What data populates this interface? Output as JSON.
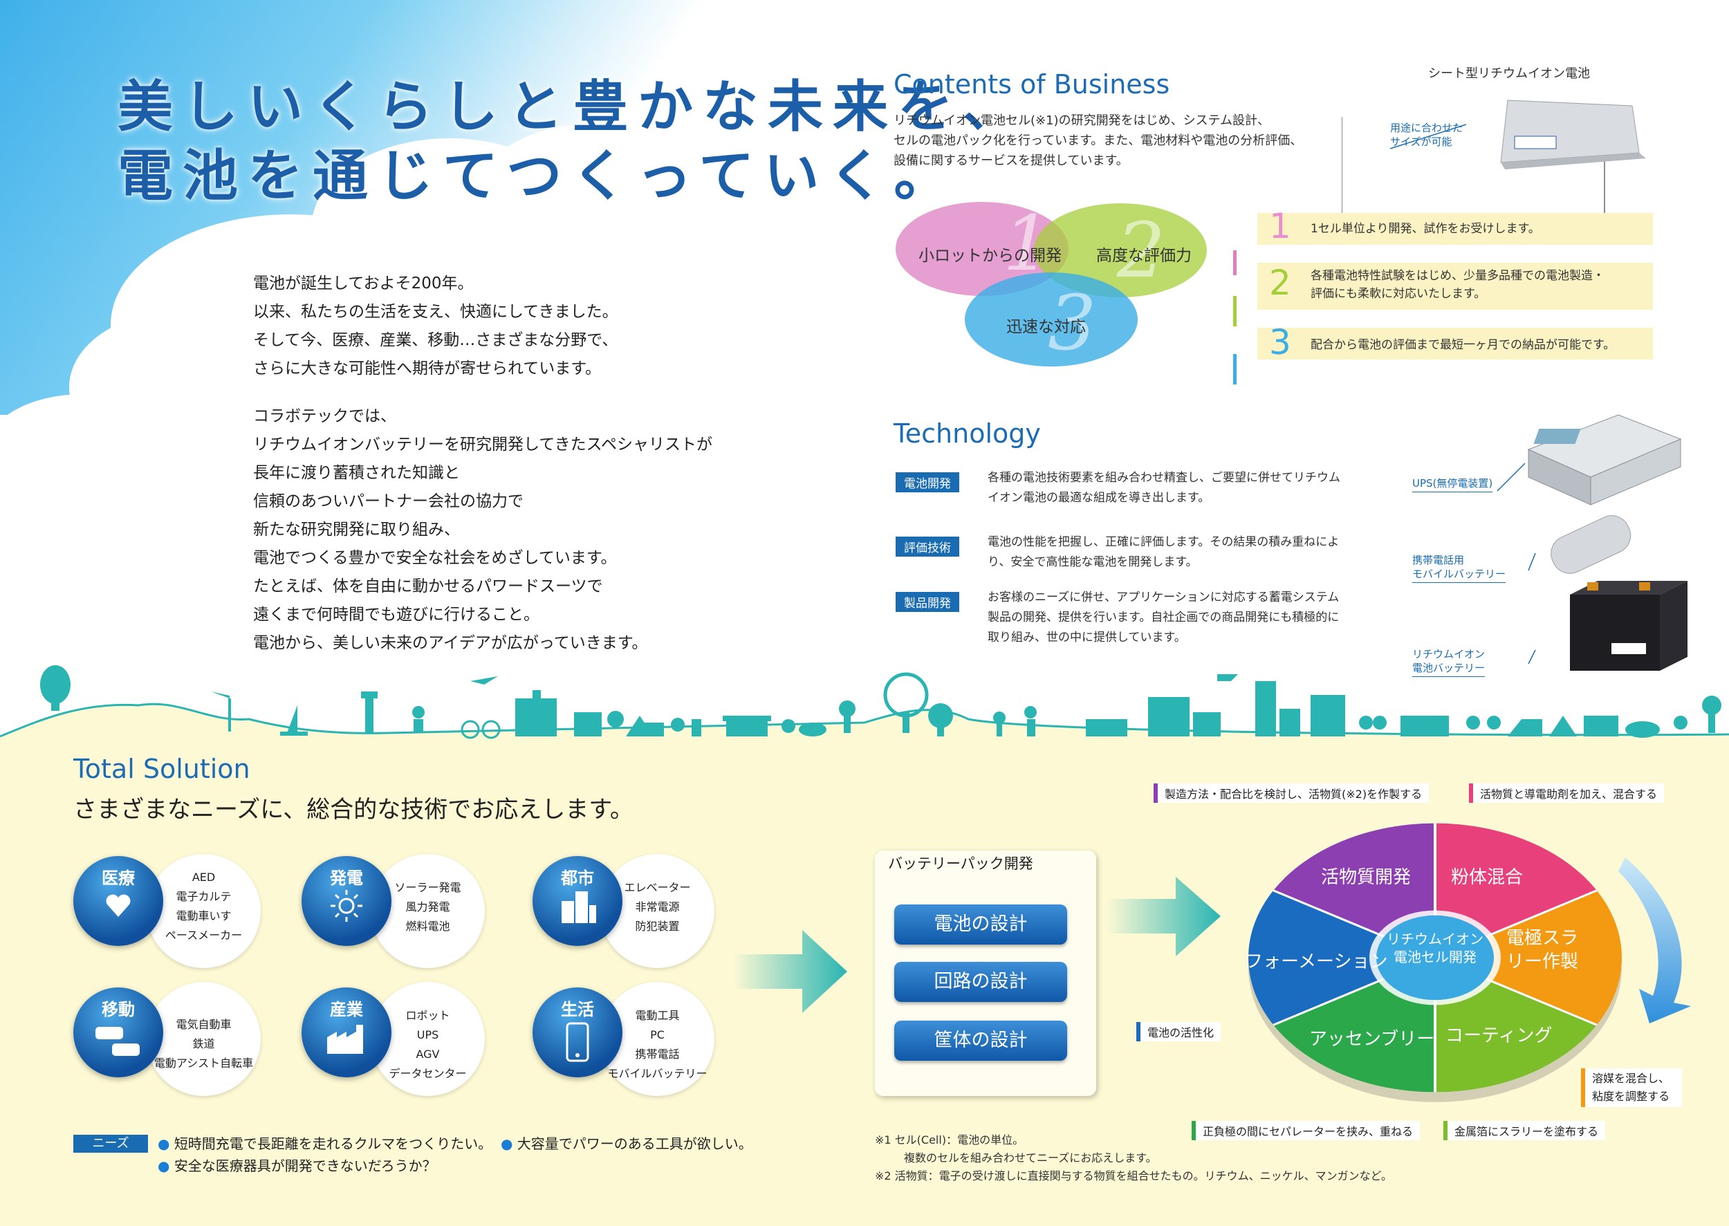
{
  "headline": {
    "line1": "美しいくらしと豊かな未来を、",
    "line2": "電池を通じてつくっていく。"
  },
  "story": {
    "para1": [
      "電池が誕生しておよそ200年。",
      "以来、私たちの生活を支え、快適にしてきました。",
      "そして今、医療、産業、移動…さまざまな分野で、",
      "さらに大きな可能性へ期待が寄せられています。"
    ],
    "para2": [
      "コラボテックでは、",
      "リチウムイオンバッテリーを研究開発してきたスペシャリストが",
      "長年に渡り蓄積された知識と",
      "信頼のあついパートナー会社の協力で",
      "新たな研究開発に取り組み、",
      "電池でつくる豊かで安全な社会をめざしています。",
      "たとえば、体を自由に動かせるパワードスーツで",
      "遠くまで何時間でも遊びに行けること。",
      "電池から、美しい未来のアイデアが広がっていきます。"
    ]
  },
  "contents": {
    "title": "Contents of Business",
    "desc": [
      "リチウムイオン電池セル(※1)の研究開発をはじめ、システム設計、",
      "セルの電池パック化を行っています。また、電池材料や電池の分析評価、",
      "設備に関するサービスを提供しています。"
    ],
    "sheet_battery_label": "シート型リチウムイオン電池",
    "sheet_battery_caption": [
      "用途に合わせた",
      "サイズが可能"
    ],
    "bubbles": [
      {
        "label": "小ロットからの開発",
        "num": "1"
      },
      {
        "label": "高度な評価力",
        "num": "2"
      },
      {
        "label": "迅速な対応",
        "num": "3"
      }
    ],
    "features": [
      {
        "num": "1",
        "text": [
          "1セル単位より開発、試作をお受けします。"
        ]
      },
      {
        "num": "2",
        "text": [
          "各種電池特性試験をはじめ、少量多品種での電池製造・",
          "評価にも柔軟に対応いたします。"
        ]
      },
      {
        "num": "3",
        "text": [
          "配合から電池の評価まで最短一ヶ月での納品が可能です。"
        ]
      }
    ]
  },
  "technology": {
    "title": "Technology",
    "items": [
      {
        "tag": "電池開発",
        "text": [
          "各種の電池技術要素を組み合わせ精査し、ご要望に併せてリチウム",
          "イオン電池の最適な組成を導き出します。"
        ]
      },
      {
        "tag": "評価技術",
        "text": [
          "電池の性能を把握し、正確に評価します。その結果の積み重ねによ",
          "り、安全で高性能な電池を開発します。"
        ]
      },
      {
        "tag": "製品開発",
        "text": [
          "お客様のニーズに併せ、アプリケーションに対応する蓄電システム",
          "製品の開発、提供を行います。自社企画での商品開発にも積極的に",
          "取り組み、世の中に提供しています。"
        ]
      }
    ],
    "products": [
      {
        "caption": [
          "UPS(無停電装置)"
        ]
      },
      {
        "caption": [
          "携帯電話用",
          "モバイルバッテリー"
        ]
      },
      {
        "caption": [
          "リチウムイオン",
          "電池バッテリー"
        ]
      }
    ]
  },
  "total": {
    "title": "Total Solution",
    "subtitle": "さまざまなニーズに、総合的な技術でお応えします。",
    "fields": [
      {
        "title": "医療",
        "icon": "heart-icon",
        "items": [
          "AED",
          "電子カルテ",
          "電動車いす",
          "ペースメーカー"
        ]
      },
      {
        "title": "発電",
        "icon": "sun-icon",
        "items": [
          "ソーラー発電",
          "風力発電",
          "燃料電池"
        ]
      },
      {
        "title": "都市",
        "icon": "buildings-icon",
        "items": [
          "エレベーター",
          "非常電源",
          "防犯装置"
        ]
      },
      {
        "title": "移動",
        "icon": "cars-icon",
        "items": [
          "電気自動車",
          "鉄道",
          "電動アシスト自転車"
        ]
      },
      {
        "title": "産業",
        "icon": "factory-icon",
        "items": [
          "ロボット",
          "UPS",
          "AGV",
          "データセンター"
        ]
      },
      {
        "title": "生活",
        "icon": "smartphone-icon",
        "items": [
          "電動工具",
          "PC",
          "携帯電話",
          "モバイルバッテリー"
        ]
      }
    ],
    "needs_label": "ニーズ",
    "needs": [
      "短時間充電で長距離を走れるクルマをつくりたい。",
      "大容量でパワーのある工具が欲しい。",
      "安全な医療器具が開発できないだろうか？"
    ],
    "pack_title": "バッテリーパック開発",
    "pack_buttons": [
      "電池の設計",
      "回路の設計",
      "筐体の設計"
    ],
    "wheel_center": [
      "リチウムイオン",
      "電池セル開発"
    ],
    "wheel_segments": [
      {
        "label": "活物質開発",
        "color": "#8b3fb0"
      },
      {
        "label": "粉体混合",
        "color": "#e8407a"
      },
      {
        "label": "電極スラリー作製",
        "color": "#f39a12"
      },
      {
        "label": "コーティング",
        "color": "#7cbd2a"
      },
      {
        "label": "アッセンブリー",
        "color": "#2aa84a"
      },
      {
        "label": "フォーメーション",
        "color": "#1a6cc0"
      }
    ],
    "steps": [
      {
        "text": "製造方法・配合比を検討し、活物質(※2)を作製する",
        "color": "#8b3fb0"
      },
      {
        "text": "活物質と導電助剤を加え、混合する",
        "color": "#e8407a"
      },
      {
        "text": "溶媒を混合し、粘度を調整する",
        "color": "#f39a12"
      },
      {
        "text": "金属箔にスラリーを塗布する",
        "color": "#7cbd2a"
      },
      {
        "text": "正負極の間にセパレーターを挟み、重ねる",
        "color": "#2aa84a"
      },
      {
        "text": "電池の活性化",
        "color": "#1a6cc0"
      }
    ],
    "notes": [
      "※1  セル(Cell)：電池の単位。",
      "複数のセルを組み合わせてニーズにお応えします。",
      "※2  活物質：電子の受け渡しに直接関与する物質を組合せたもの。リチウム、ニッケル、マンガンなど。"
    ]
  },
  "colors": {
    "accent": "#1b6bb5",
    "teal": "#2ab5b2",
    "yellow_bg": "#fdf9d4",
    "sky": "#5bc0ee"
  }
}
